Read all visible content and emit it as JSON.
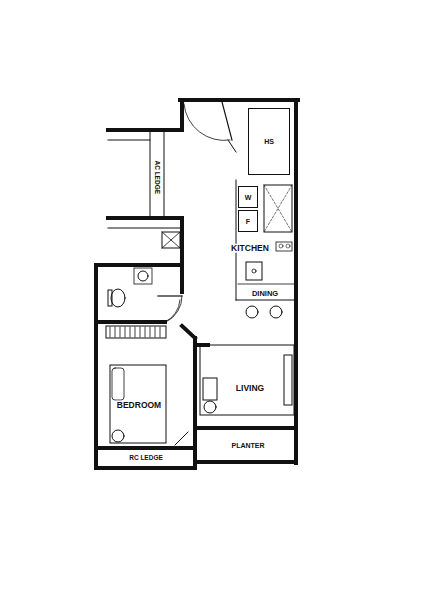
{
  "diagram": {
    "nodes": [
      {
        "text": [
          "HS"
        ]
      },
      {
        "text": [
          "AC LEDGE"
        ]
      },
      {
        "text": [
          "W"
        ]
      },
      {
        "text": [
          "F"
        ]
      },
      {
        "text": [
          "PLANTER"
        ]
      },
      {
        "text": [
          "RC LEDGE"
        ]
      }
    ],
    "labels": [
      "KITCHEN",
      "DINING",
      "LIVING",
      "BEDROOM"
    ]
  }
}
